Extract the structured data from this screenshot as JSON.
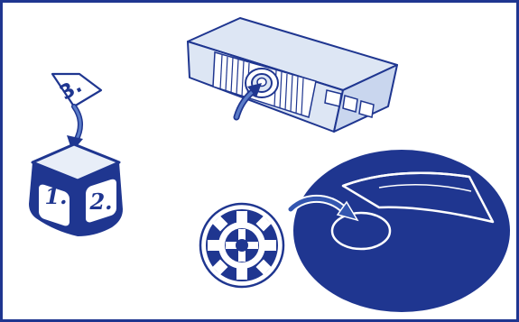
{
  "colors": {
    "primary": "#1f3690",
    "accent": "#3356b0",
    "light_fill": "#dde6f4",
    "background": "#ffffff"
  },
  "figure": {
    "sticker_digit": "3.",
    "die_face_left": "1.",
    "die_face_right": "2."
  },
  "icons": {
    "die": "die-icon",
    "sticker": "sticker-icon",
    "device": "dome-device-icon",
    "token": "emblem-token-icon",
    "disc": "disc-icon"
  }
}
